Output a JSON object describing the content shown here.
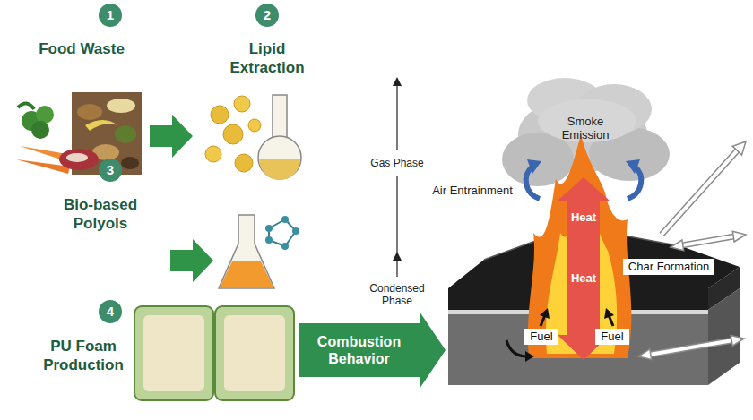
{
  "diagram": {
    "nodes": [
      {
        "text": [
          "1",
          "Food Waste"
        ]
      },
      {
        "text": [
          "2",
          "Lipid Extraction"
        ]
      },
      {
        "text": [
          "3",
          "Bio-based Polyols"
        ]
      },
      {
        "text": [
          "4",
          "PU Foam Production"
        ]
      },
      {
        "text": [
          "Combustion Behavior"
        ]
      },
      {
        "text": [
          "Char Formation"
        ]
      },
      {
        "text": [
          "Fuel"
        ]
      },
      {
        "text": [
          "Fuel"
        ]
      }
    ],
    "labels": [
      "Smoke Emission",
      "Gas Phase",
      "Air Entrainment",
      "Heat",
      "Heat",
      "Condensed Phase"
    ]
  }
}
